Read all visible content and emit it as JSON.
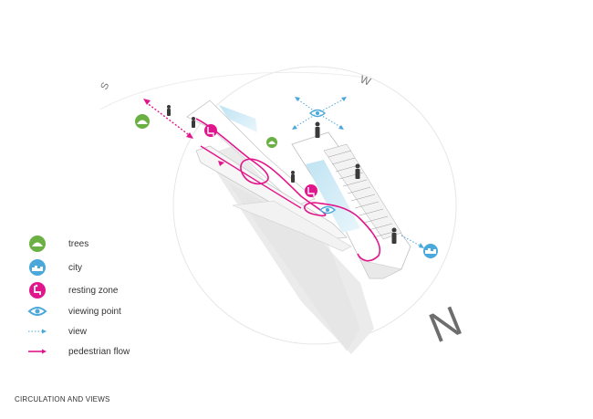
{
  "compass": {
    "south": "S",
    "west": "W",
    "north": "N"
  },
  "legend": [
    {
      "icon": "trees-icon",
      "label": "trees",
      "color": "#6ab043"
    },
    {
      "icon": "city-icon",
      "label": "city",
      "color": "#4aa8da"
    },
    {
      "icon": "resting-zone-icon",
      "label": "resting zone",
      "color": "#e2168c"
    },
    {
      "icon": "viewing-point-icon",
      "label": "viewing point",
      "color": "#4aa8da"
    },
    {
      "icon": "view-arrow-icon",
      "label": "view",
      "color": "#4aa8da"
    },
    {
      "icon": "pedestrian-flow-arrow-icon",
      "label": "pedestrian flow",
      "color": "#e2168c"
    }
  ],
  "caption": "CIRCULATION AND VIEWS"
}
